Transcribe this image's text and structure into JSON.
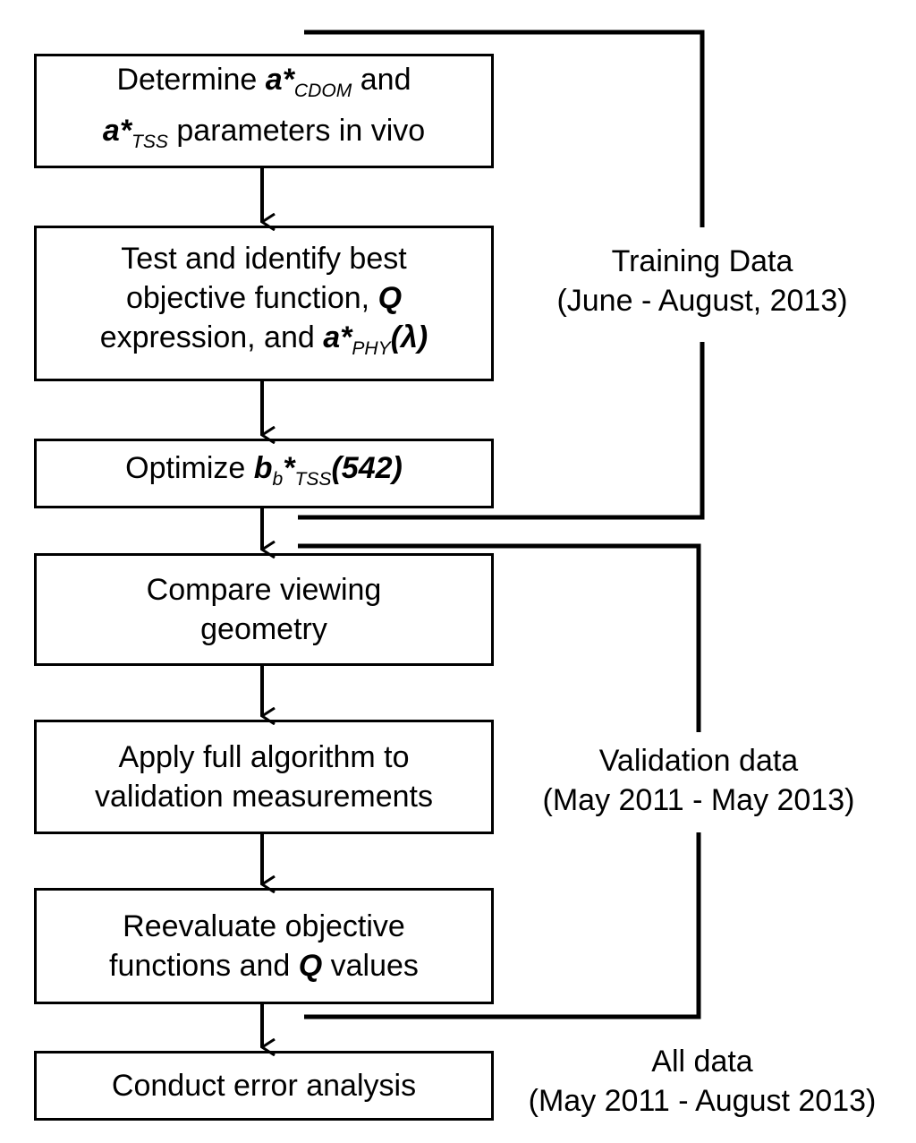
{
  "boxes": {
    "b1": {
      "l1_pre": "Determine ",
      "l1_var": "a*",
      "l1_sub": "CDOM",
      "l1_post": " and",
      "l2_var": "a*",
      "l2_sub": "TSS",
      "l2_post": " parameters in vivo"
    },
    "b2": {
      "l1": "Test and identify best",
      "l2_pre": "objective function, ",
      "l2_var": "Q",
      "l3_pre": "expression, and ",
      "l3_var": "a*",
      "l3_sub": "PHY",
      "l3_post": "(λ)"
    },
    "b3": {
      "pre": "Optimize ",
      "var": "b",
      "var_sub": "b",
      "star": "*",
      "sub": "TSS",
      "post": "(542)"
    },
    "b4": {
      "l1": "Compare viewing",
      "l2": "geometry"
    },
    "b5": {
      "l1": "Apply full algorithm to",
      "l2": "validation measurements"
    },
    "b6": {
      "l1": "Reevaluate objective",
      "l2_pre": "functions and ",
      "l2_var": "Q",
      "l2_post": " values"
    },
    "b7": {
      "l1": "Conduct error analysis"
    }
  },
  "labels": {
    "training": {
      "l1": "Training Data",
      "l2": "(June - August, 2013)"
    },
    "validation": {
      "l1": "Validation data",
      "l2": "(May 2011 - May 2013)"
    },
    "all": {
      "l1": "All data",
      "l2": "(May 2011 - August 2013)"
    }
  }
}
